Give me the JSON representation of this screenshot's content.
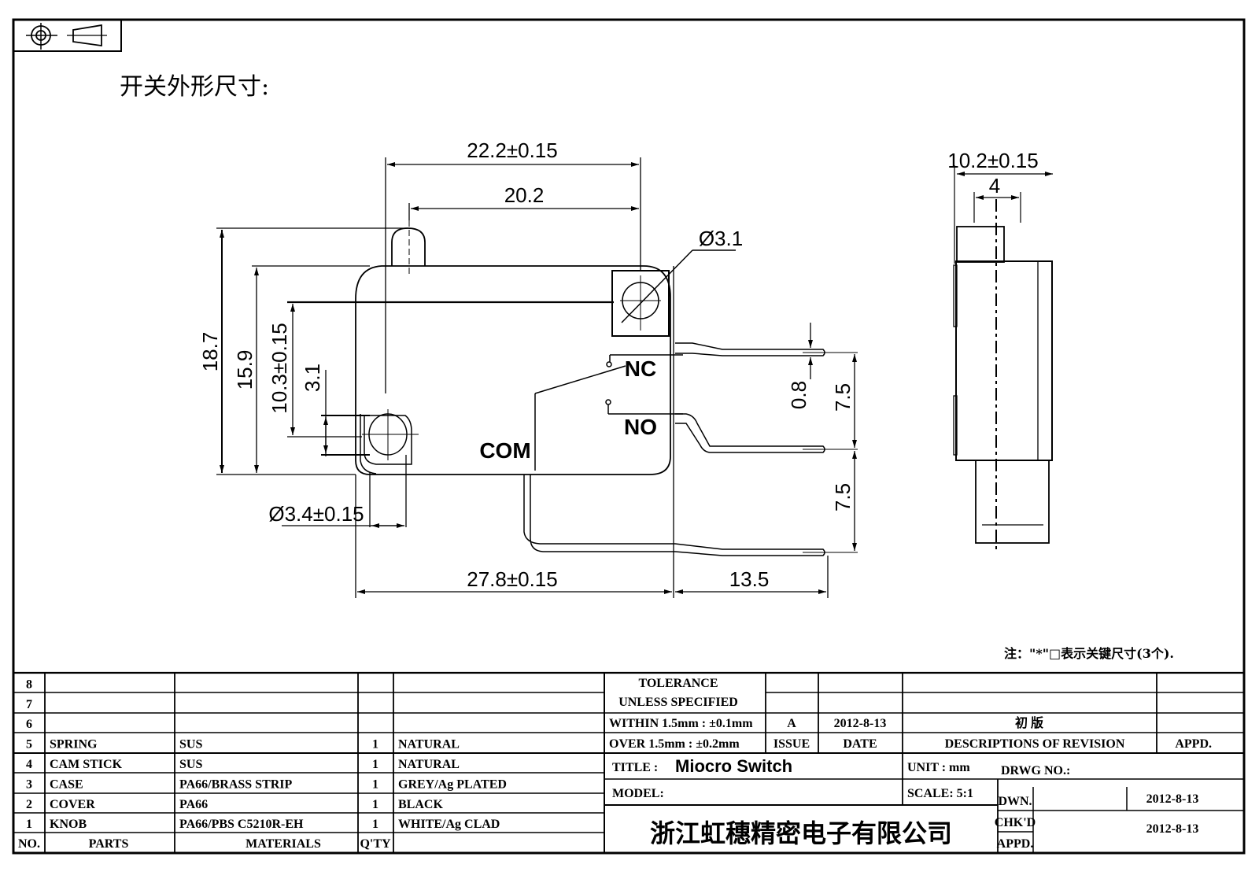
{
  "drawing": {
    "heading": "开关外形尺寸:",
    "note": "注：\"*\"□表示关键尺寸(3个).",
    "projection_symbol": "first-angle-projection-icon",
    "terminal_labels": {
      "nc": "NC",
      "no": "NO",
      "com": "COM"
    },
    "front_view_dimensions": {
      "overall_pivot_to_mount": "22.2±0.15",
      "plunger_to_mount": "20.2",
      "mount_hole_dia_upper": "Ø3.1",
      "height_overall": "18.7",
      "height_body": "15.9",
      "hole_spacing_vertical": "10.3±0.15",
      "hole_lower_height": "3.1",
      "mount_hole_dia_lower": "Ø3.4±0.15",
      "body_length": "27.8±0.15",
      "terminal_length": "13.5",
      "terminal_thickness": "0.8",
      "pitch_nc_no": "7.5",
      "pitch_no_com": "7.5"
    },
    "side_view_dimensions": {
      "width": "10.2±0.15",
      "plunger_width": "4"
    }
  },
  "parts_table": {
    "headers": {
      "no": "NO.",
      "parts": "PARTS",
      "materials": "MATERIALS",
      "qty": "Q'TY",
      "finish": ""
    },
    "rows": [
      {
        "no": "8",
        "part": "",
        "material": "",
        "qty": "",
        "finish": ""
      },
      {
        "no": "7",
        "part": "",
        "material": "",
        "qty": "",
        "finish": ""
      },
      {
        "no": "6",
        "part": "",
        "material": "",
        "qty": "",
        "finish": ""
      },
      {
        "no": "5",
        "part": "SPRING",
        "material": "SUS",
        "qty": "1",
        "finish": "NATURAL"
      },
      {
        "no": "4",
        "part": "CAM  STICK",
        "material": "SUS",
        "qty": "1",
        "finish": "NATURAL"
      },
      {
        "no": "3",
        "part": "CASE",
        "material": "PA66/BRASS  STRIP",
        "qty": "1",
        "finish": "GREY/Ag  PLATED"
      },
      {
        "no": "2",
        "part": "COVER",
        "material": "PA66",
        "qty": "1",
        "finish": "BLACK"
      },
      {
        "no": "1",
        "part": "KNOB",
        "material": "PA66/PBS  C5210R-EH",
        "qty": "1",
        "finish": "WHITE/Ag  CLAD"
      }
    ]
  },
  "title_block": {
    "tolerance_line1": "TOLERANCE",
    "tolerance_line2": "UNLESS   SPECIFIED",
    "tolerance_within": "WITHIN  1.5mm  :  ±0.1mm",
    "tolerance_over": "OVER  1.5mm  :  ±0.2mm",
    "revision": {
      "issue": "A",
      "date": "2012-8-13",
      "description": "初  版",
      "appd": ""
    },
    "revision_headers": {
      "issue": "ISSUE",
      "date": "DATE",
      "description": "DESCRIPTIONS  OF  REVISION",
      "appd": "APPD."
    },
    "title_label": "TITLE  :",
    "title_value": "Miocro Switch",
    "model_label": "MODEL:",
    "unit_label": "UNIT  :   mm",
    "scale_label": "SCALE:   5:1",
    "drawing_no_label": "DRWG  NO.:",
    "drawn_label": "DWN.",
    "checked_label": "CHK'D",
    "approved_label": "APPD.",
    "drawn_date": "2012-8-13",
    "checked_date": "2012-8-13",
    "company": "浙江虹穗精密电子有限公司"
  }
}
